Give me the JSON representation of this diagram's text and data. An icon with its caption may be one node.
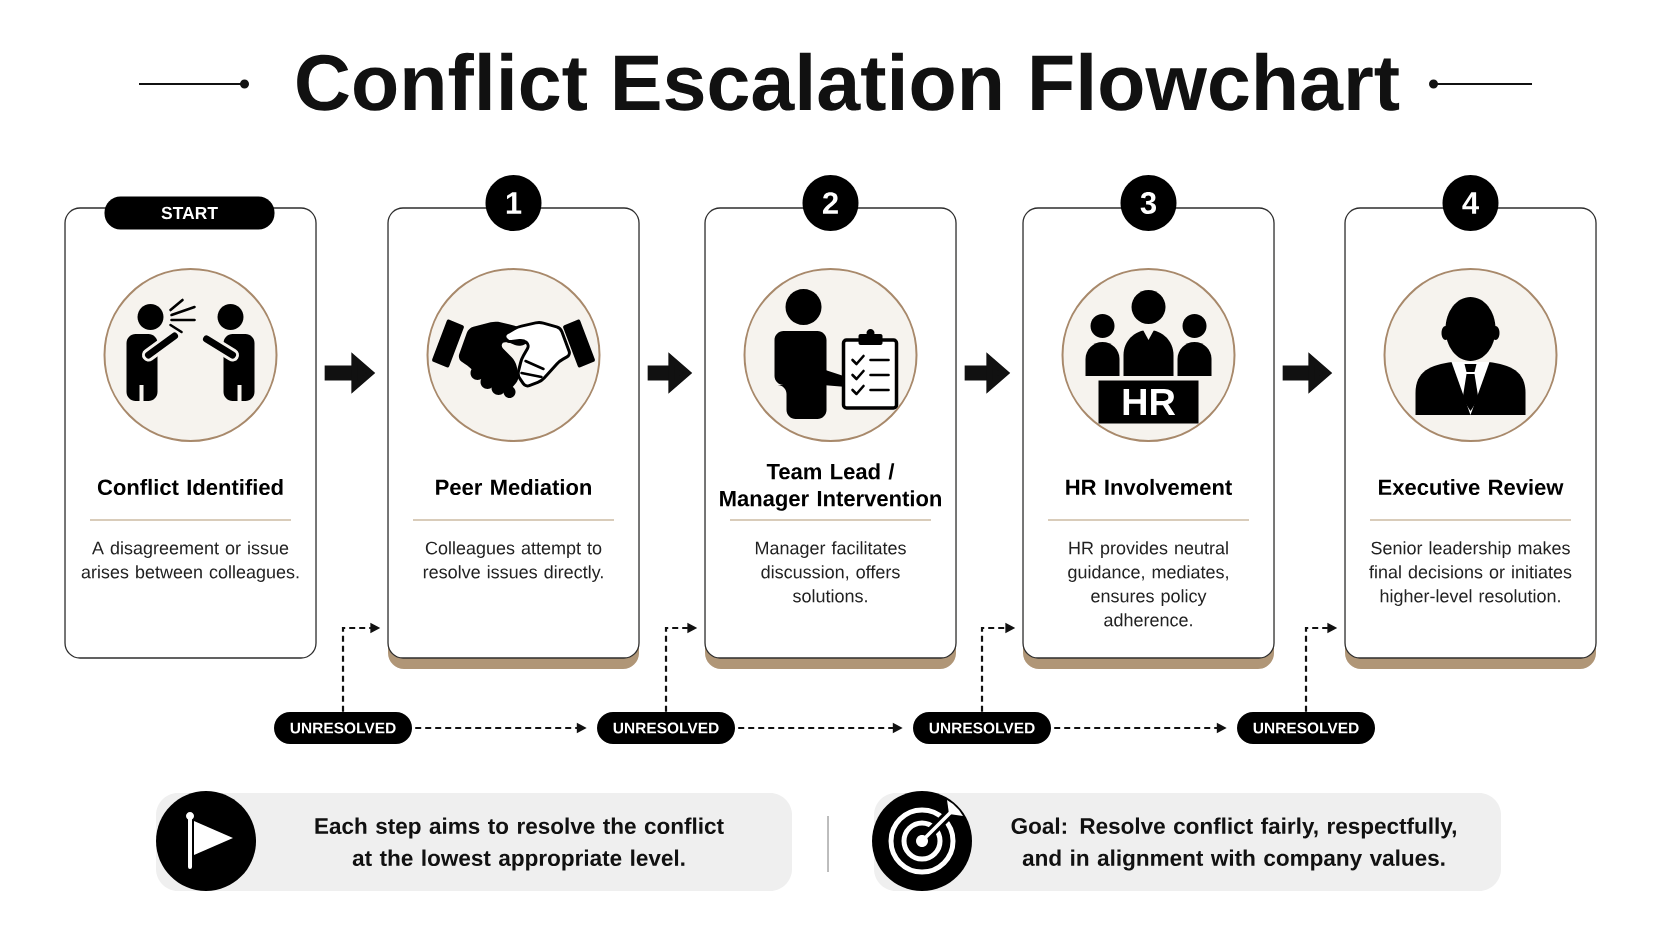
{
  "diagram": {
    "title": "Conflict Escalation Flowchart",
    "nodes": [
      {
        "text": [
          "START",
          "Conflict Identified",
          "A disagreement or issue arises between colleagues."
        ]
      },
      {
        "text": [
          "1",
          "Peer Mediation",
          "Colleagues attempt to resolve issues directly."
        ]
      },
      {
        "text": [
          "2",
          "Team Lead / Manager Intervention",
          "Manager facilitates discussion, offers solutions."
        ]
      },
      {
        "text": [
          "3",
          "HR Involvement",
          "HR provides neutral guidance, mediates, ensures policy adherence."
        ]
      },
      {
        "text": [
          "4",
          "Executive Review",
          "Senior leadership makes final decisions or initiates higher-level resolution."
        ]
      },
      {
        "text": [
          "UNRESOLVED"
        ]
      },
      {
        "text": [
          "UNRESOLVED"
        ]
      },
      {
        "text": [
          "UNRESOLVED"
        ]
      },
      {
        "text": [
          "UNRESOLVED"
        ]
      },
      {
        "text": [
          "Each step aims to resolve the conflict at the lowest appropriate level."
        ]
      },
      {
        "text": [
          "Goal: Resolve conflict fairly, respectfully, and in alignment with company values."
        ]
      }
    ],
    "edges": [
      {
        "from": 0,
        "to": 1,
        "arrow": "to",
        "style": "thick"
      },
      {
        "from": 1,
        "to": 2,
        "arrow": "to",
        "style": "thick"
      },
      {
        "from": 2,
        "to": 3,
        "arrow": "to",
        "style": "thick"
      },
      {
        "from": 3,
        "to": 4,
        "arrow": "to",
        "style": "thick"
      },
      {
        "from": 5,
        "to": 1,
        "arrow": "to",
        "style": "dashed"
      },
      {
        "from": 5,
        "to": 6,
        "arrow": "to",
        "style": "dashed"
      },
      {
        "from": 6,
        "to": 2,
        "arrow": "to",
        "style": "dashed"
      },
      {
        "from": 6,
        "to": 7,
        "arrow": "to",
        "style": "dashed"
      },
      {
        "from": 7,
        "to": 3,
        "arrow": "to",
        "style": "dashed"
      },
      {
        "from": 7,
        "to": 8,
        "arrow": "to",
        "style": "dashed"
      },
      {
        "from": 8,
        "to": 4,
        "arrow": "to",
        "style": "dashed"
      }
    ],
    "labels": [
      "HR"
    ]
  }
}
